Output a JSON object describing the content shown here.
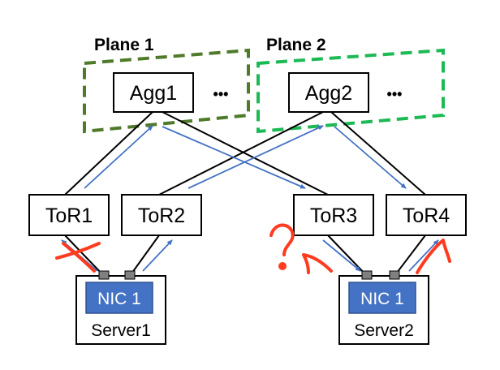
{
  "planes": [
    {
      "label": "Plane 1",
      "color": "#4f7a2a"
    },
    {
      "label": "Plane 2",
      "color": "#1db954"
    }
  ],
  "switches": {
    "agg1": "Agg1",
    "agg2": "Agg2",
    "tor1": "ToR1",
    "tor2": "ToR2",
    "tor3": "ToR3",
    "tor4": "ToR4"
  },
  "ellipsis": "•••",
  "servers": [
    {
      "nic": "NIC 1",
      "name": "Server1"
    },
    {
      "nic": "NIC 1",
      "name": "Server2"
    }
  ],
  "colors": {
    "nic_fill": "#4472c4",
    "flow_arrow": "#4472c4",
    "annotation": "#ff3b1f",
    "port": "#808080"
  },
  "annotations": {
    "question_mark": "?",
    "failure_mark": "x"
  }
}
